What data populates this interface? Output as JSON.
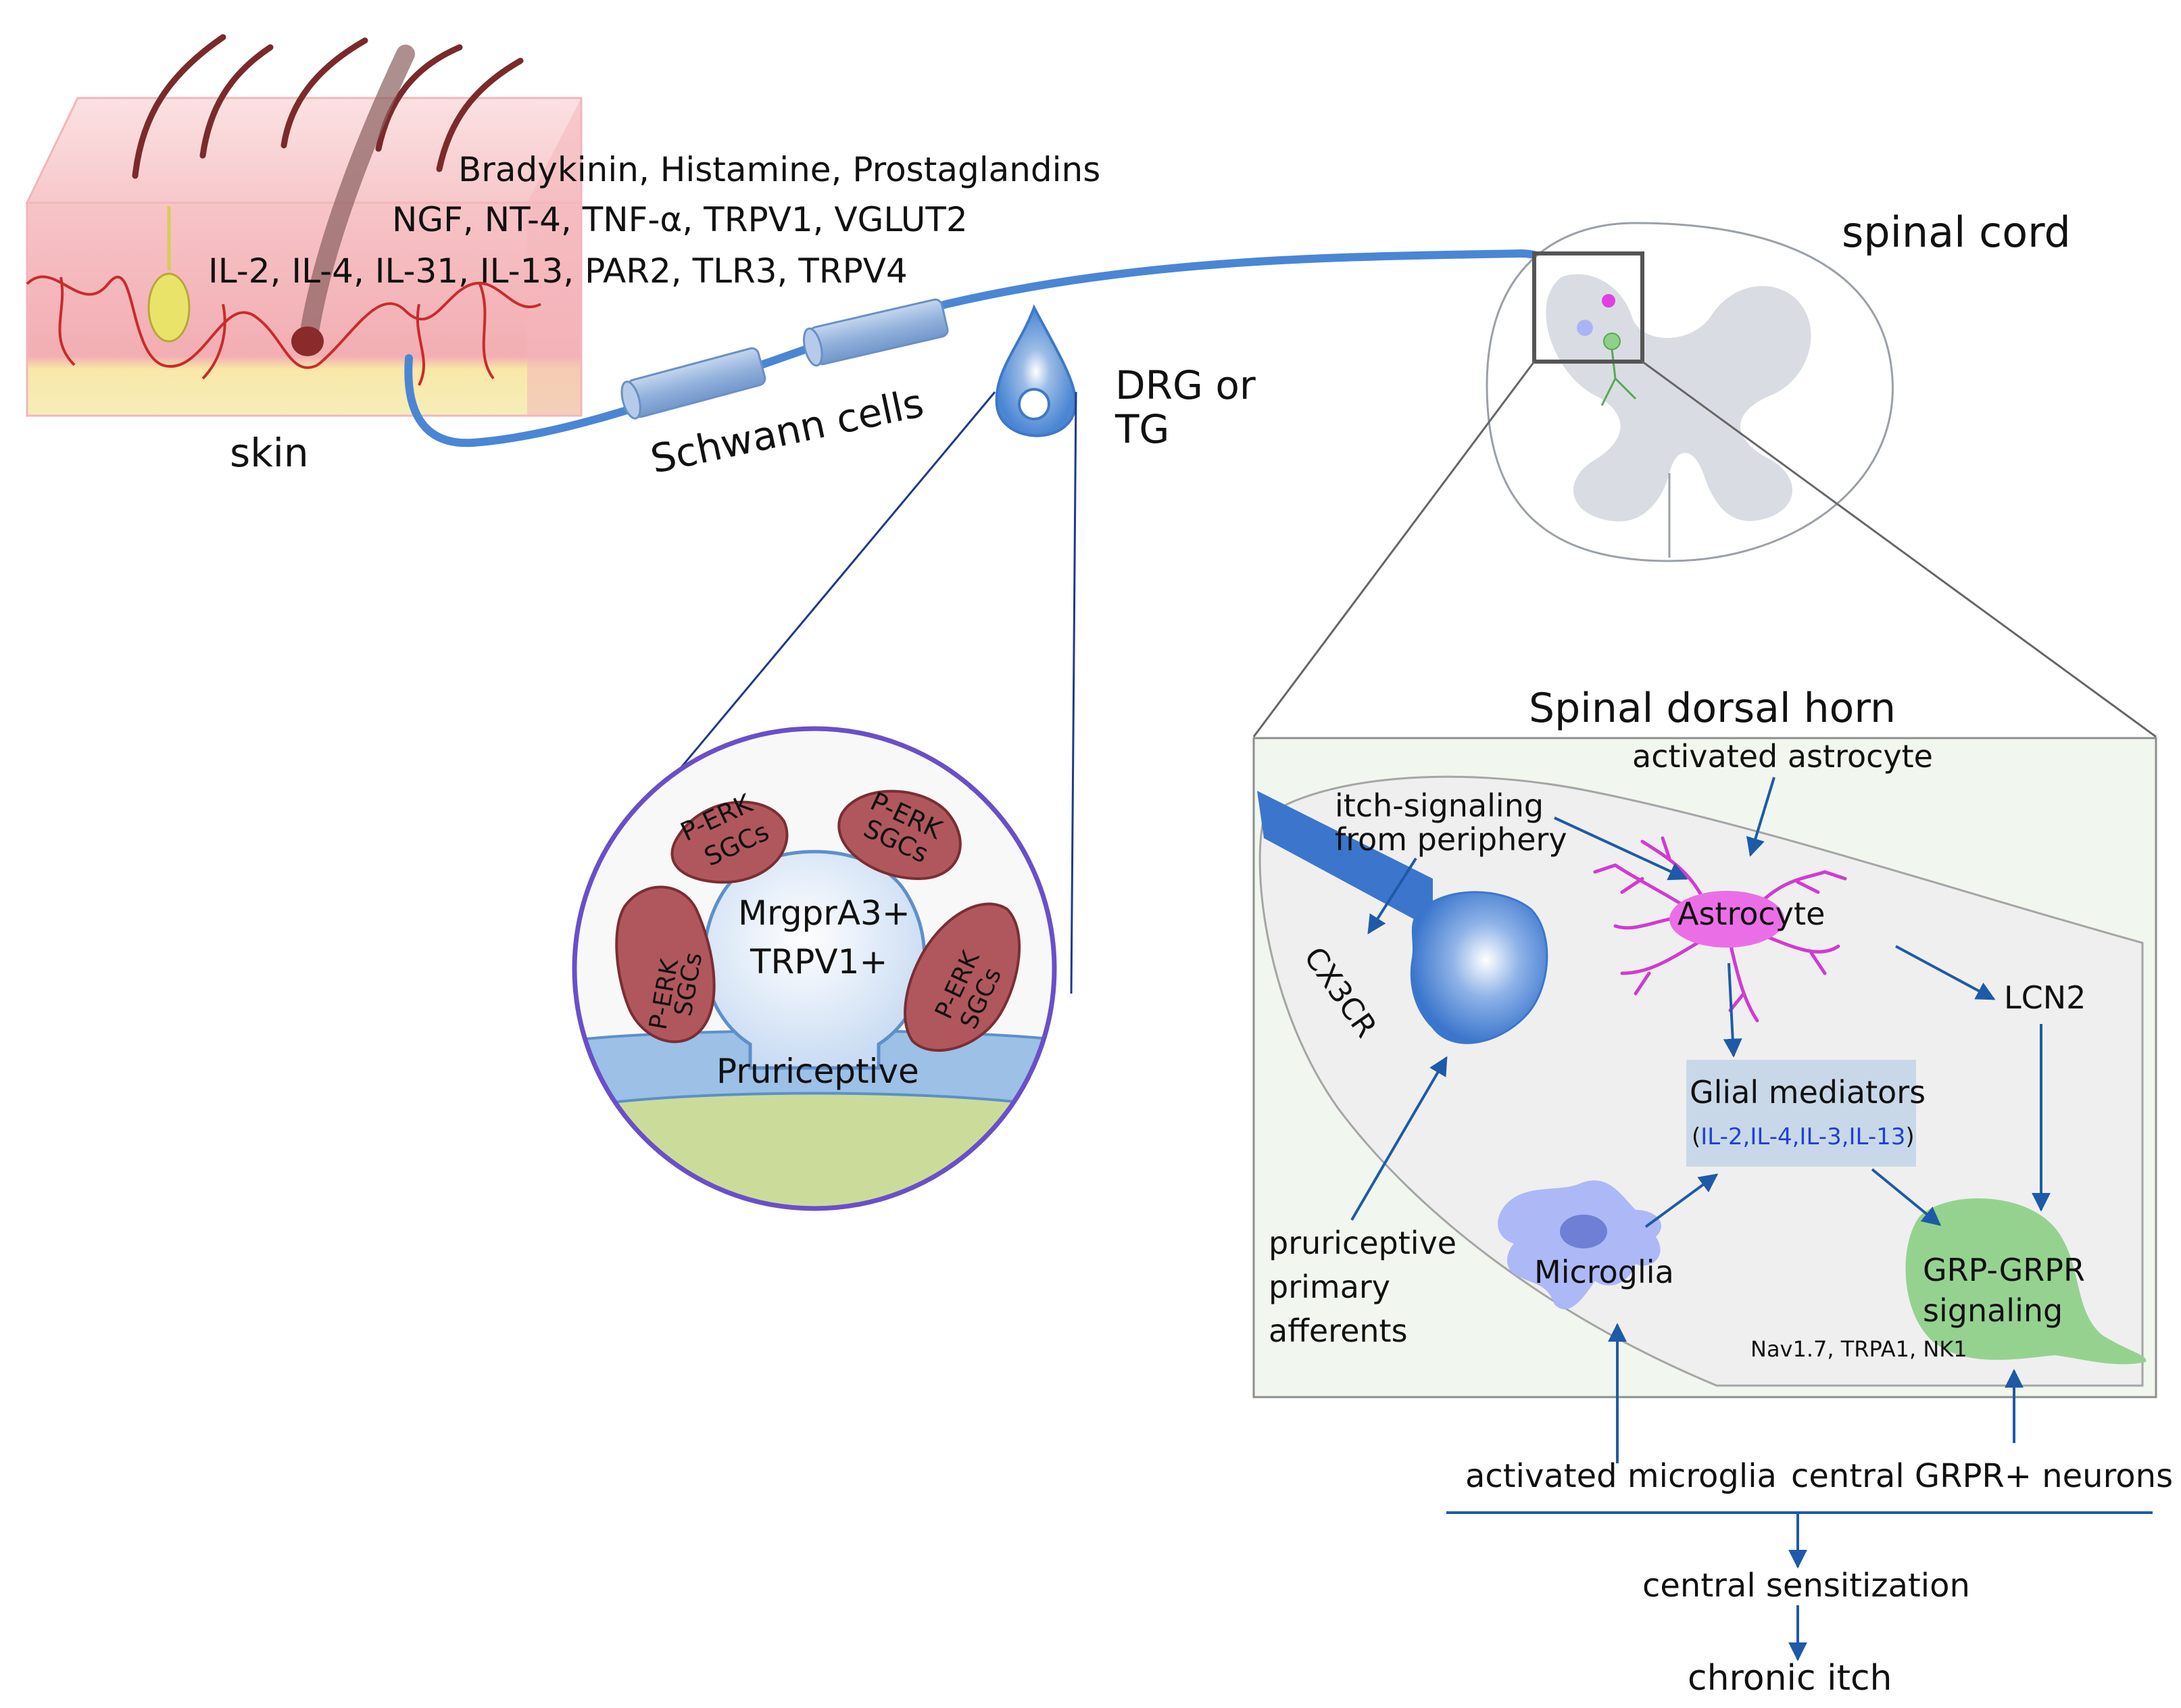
{
  "skin": {
    "label": "skin",
    "mediators": [
      "Bradykinin, Histamine, Prostaglandins",
      "NGF, NT-4, TNF-α, TRPV1, VGLUT2",
      "IL-2, IL-4, IL-31, IL-13, PAR2, TLR3, TRPV4"
    ]
  },
  "nerve": {
    "schwann_label": "Schwann cells",
    "drg_label_line1": "DRG or",
    "drg_label_line2": "TG"
  },
  "spinal_cord": {
    "label": "spinal cord"
  },
  "drg_detail": {
    "sgc_line1": "P-ERK",
    "sgc_line2": "SGCs",
    "neuron_line1": "MrgprA3+",
    "neuron_line2": "TRPV1+",
    "fiber_label": "Pruriceptive"
  },
  "dorsal_horn": {
    "title": "Spinal dorsal horn",
    "activated_astrocyte": "activated astrocyte",
    "itch_signal_line1": "itch-signaling",
    "itch_signal_line2": "from periphery",
    "astrocyte": "Astrocyte",
    "cx3cr": "CX3CR",
    "lcn2": "LCN2",
    "glial_title": "Glial mediators",
    "glial_list": "IL-2,IL-4,IL-3,IL-13",
    "glial_paren_open": "(",
    "glial_paren_close": ")",
    "pruriceptive_line1": "pruriceptive",
    "pruriceptive_line2": "primary",
    "pruriceptive_line3": "afferents",
    "microglia": "Microglia",
    "grp_line1": "GRP-GRPR",
    "grp_line2": "signaling",
    "channels": "Nav1.7, TRPA1, NK1"
  },
  "bottom": {
    "activated_microglia": "activated microglia",
    "central_neurons": "central GRPR+ neurons",
    "central_sensitization": "central sensitization",
    "chronic_itch": "chronic itch"
  },
  "colors": {
    "nerve_blue": "#4a86d4",
    "skin_pink": "#f3b9bd",
    "astrocyte_magenta": "#e040e0",
    "microglia_lavender": "#a9b4f5",
    "grp_green": "#8fd08a",
    "arrow_blue": "#1e5aa8",
    "sgc_red": "#a8484f"
  }
}
